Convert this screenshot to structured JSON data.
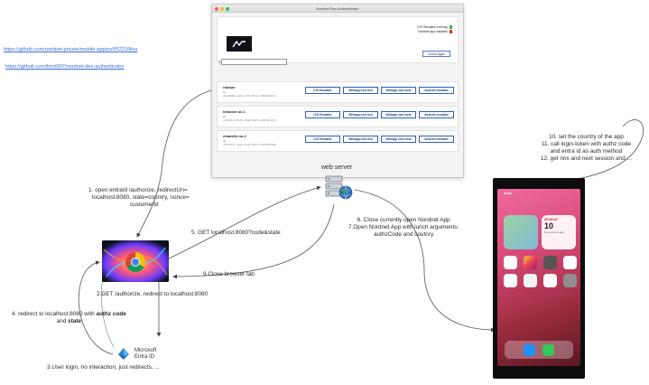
{
  "links": {
    "link1": "https://github.com/nordnet-private/mobile-app/pull/5223/files",
    "link2": "https://github.com/bmd007/nordnet-dev-authenticator"
  },
  "auth_window": {
    "title": "Nordnet Dev Authenticator",
    "ios_status": "iOS Simulator running",
    "android_status": "Nordnet app installed",
    "check_again": "Check Again",
    "users": [
      {
        "name": "robsun",
        "sub": "se",
        "id": "e9a7b894-1a0b-4f43-8f1e-3d8d9fb2121"
      },
      {
        "name": "testuser-se-1",
        "sub": "se",
        "id": "af36d4c0-8d76-4906-8483-ab8831d1213"
      },
      {
        "name": "chanelle-no-2",
        "sub": "no",
        "id": "7274f9ec-2ba6-4c24-b0ad-e787093748b"
      }
    ],
    "buttons": [
      "iOS Emulator",
      "Webapp next test",
      "Webapp next local",
      "Android emulator"
    ]
  },
  "webserver": {
    "label": "web server"
  },
  "entra": {
    "line1": "Microsoft",
    "line2": "Entra ID"
  },
  "steps": {
    "s1_line1": "1. open entraId /authorize, redirectUri=",
    "s1_line2": "localhost:8080, state=country, nonce=",
    "s1_line3": "customerId",
    "s2": "2.GET /authorize, redirect to localhost:8080",
    "s3": "3.User login, no interaction, just redirects, ...",
    "s4_line1a": "4. redirect to localhost:8080 with ",
    "s4_line1b": "authz code",
    "s4_line2a": "and ",
    "s4_line2b": "state",
    "s5": "5. GET localhost:8080?code&state",
    "s67_line1": "6. Close currently open Nordnet App",
    "s67_line2": "7.Open Nordnet App with lunch arguments:",
    "s67_line3": "authzCode and coutnry",
    "s9": "9.Close browser tab",
    "s10": "10. set the country of the app",
    "s11_line1": "11. call login-token with authz code",
    "s11_line2": "and entra id as auth method",
    "s12": "12. get nnx and next session and ..."
  },
  "phone": {
    "time": "09:41",
    "cal_day": "MONDAY",
    "cal_num": "10",
    "cal_note": "No events today"
  },
  "colors": {
    "accent": "#2c5ebf",
    "ios_ok": "#3cb043",
    "android_warn": "#d9342b",
    "link": "#3b6fd8"
  }
}
